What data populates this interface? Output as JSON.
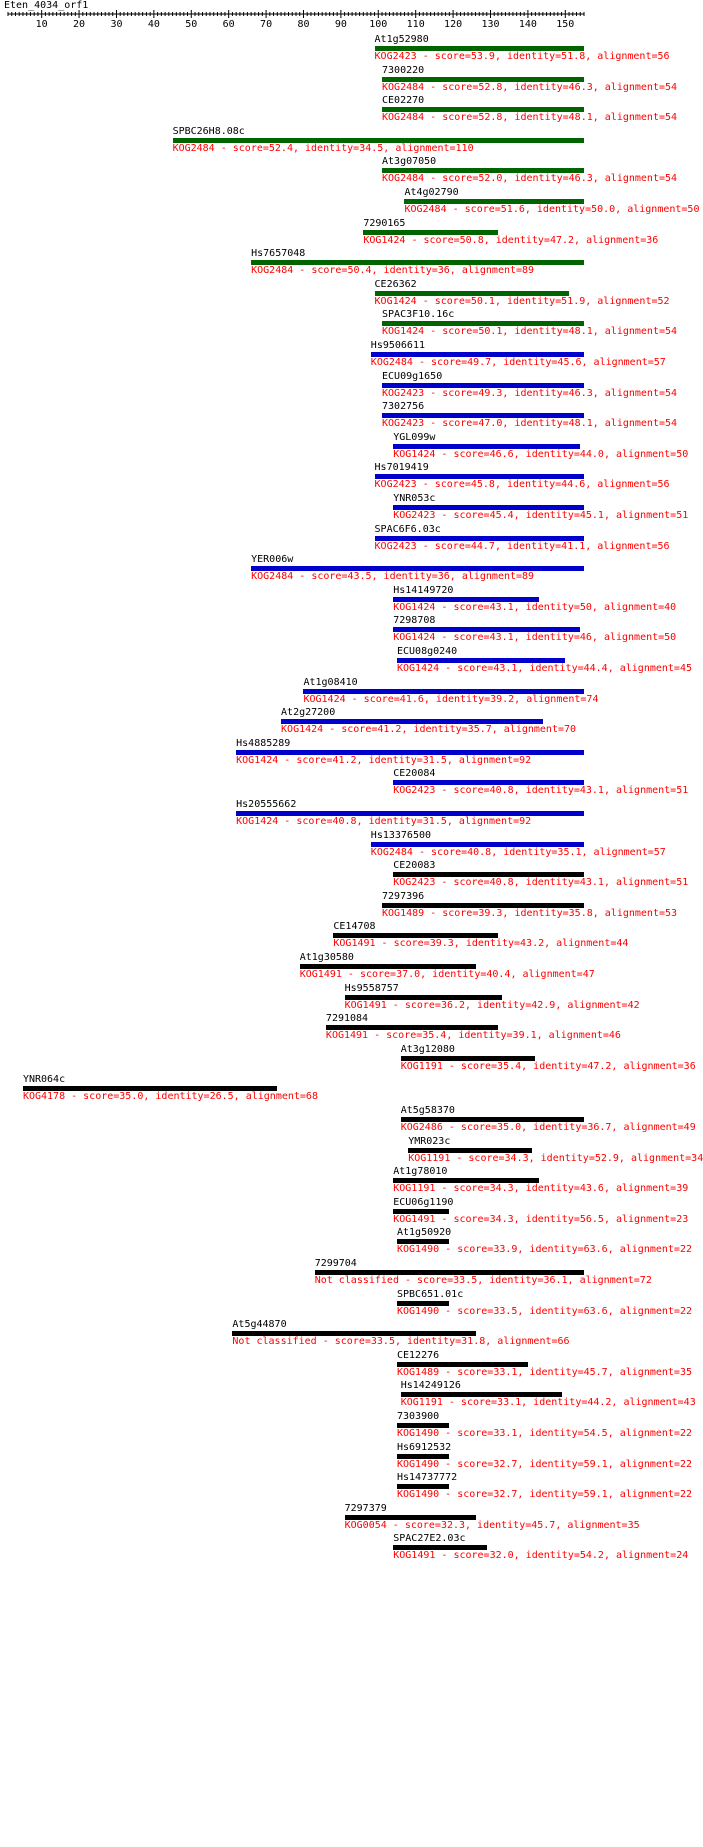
{
  "sequence_title": "Eten_4034_orf1",
  "axis": {
    "min": 1,
    "max": 155,
    "major_ticks": [
      10,
      20,
      30,
      40,
      50,
      60,
      70,
      80,
      90,
      100,
      110,
      120,
      130,
      140,
      150
    ]
  },
  "colors": {
    "green": "#006400",
    "blue": "#0000cc",
    "black": "#000000",
    "desc": "#ff0000"
  },
  "hits": [
    {
      "name": "At1g52980",
      "start": 99,
      "end": 155,
      "color": "green",
      "desc": "KOG2423 - score=53.9, identity=51.8, alignment=56"
    },
    {
      "name": "7300220",
      "start": 101,
      "end": 155,
      "color": "green",
      "desc": "KOG2484 - score=52.8, identity=46.3, alignment=54"
    },
    {
      "name": "CE02270",
      "start": 101,
      "end": 155,
      "color": "green",
      "desc": "KOG2484 - score=52.8, identity=48.1, alignment=54"
    },
    {
      "name": "SPBC26H8.08c",
      "start": 45,
      "end": 155,
      "color": "green",
      "desc": "KOG2484 - score=52.4, identity=34.5, alignment=110"
    },
    {
      "name": "At3g07050",
      "start": 101,
      "end": 155,
      "color": "green",
      "desc": "KOG2484 - score=52.0, identity=46.3, alignment=54"
    },
    {
      "name": "At4g02790",
      "start": 107,
      "end": 156,
      "color": "green",
      "desc": "KOG2484 - score=51.6, identity=50.0, alignment=50"
    },
    {
      "name": "7290165",
      "start": 96,
      "end": 132,
      "color": "green",
      "desc": "KOG1424 - score=50.8, identity=47.2, alignment=36"
    },
    {
      "name": "Hs7657048",
      "start": 66,
      "end": 155,
      "color": "green",
      "desc": "KOG2484 - score=50.4, identity=36, alignment=89"
    },
    {
      "name": "CE26362",
      "start": 99,
      "end": 151,
      "color": "green",
      "desc": "KOG1424 - score=50.1, identity=51.9, alignment=52"
    },
    {
      "name": "SPAC3F10.16c",
      "start": 101,
      "end": 155,
      "color": "green",
      "desc": "KOG1424 - score=50.1, identity=48.1, alignment=54"
    },
    {
      "name": "Hs9506611",
      "start": 98,
      "end": 155,
      "color": "blue",
      "desc": "KOG2484 - score=49.7, identity=45.6, alignment=57"
    },
    {
      "name": "ECU09g1650",
      "start": 101,
      "end": 155,
      "color": "blue",
      "desc": "KOG2423 - score=49.3, identity=46.3, alignment=54"
    },
    {
      "name": "7302756",
      "start": 101,
      "end": 155,
      "color": "blue",
      "desc": "KOG2423 - score=47.0, identity=48.1, alignment=54"
    },
    {
      "name": "YGL099w",
      "start": 104,
      "end": 154,
      "color": "blue",
      "desc": "KOG1424 - score=46.6, identity=44.0, alignment=50"
    },
    {
      "name": "Hs7019419",
      "start": 99,
      "end": 155,
      "color": "blue",
      "desc": "KOG2423 - score=45.8, identity=44.6, alignment=56"
    },
    {
      "name": "YNR053c",
      "start": 104,
      "end": 155,
      "color": "blue",
      "desc": "KOG2423 - score=45.4, identity=45.1, alignment=51"
    },
    {
      "name": "SPAC6F6.03c",
      "start": 99,
      "end": 155,
      "color": "blue",
      "desc": "KOG2423 - score=44.7, identity=41.1, alignment=56"
    },
    {
      "name": "YER006w",
      "start": 66,
      "end": 155,
      "color": "blue",
      "desc": "KOG2484 - score=43.5, identity=36, alignment=89"
    },
    {
      "name": "Hs14149720",
      "start": 104,
      "end": 143,
      "color": "blue",
      "desc": "KOG1424 - score=43.1, identity=50, alignment=40"
    },
    {
      "name": "7298708",
      "start": 104,
      "end": 154,
      "color": "blue",
      "desc": "KOG1424 - score=43.1, identity=46, alignment=50"
    },
    {
      "name": "ECU08g0240",
      "start": 105,
      "end": 150,
      "color": "blue",
      "desc": "KOG1424 - score=43.1, identity=44.4, alignment=45"
    },
    {
      "name": "At1g08410",
      "start": 80,
      "end": 155,
      "color": "blue",
      "desc": "KOG1424 - score=41.6, identity=39.2, alignment=74"
    },
    {
      "name": "At2g27200",
      "start": 74,
      "end": 144,
      "color": "blue",
      "desc": "KOG1424 - score=41.2, identity=35.7, alignment=70"
    },
    {
      "name": "Hs4885289",
      "start": 62,
      "end": 155,
      "color": "blue",
      "desc": "KOG1424 - score=41.2, identity=31.5, alignment=92"
    },
    {
      "name": "CE20084",
      "start": 104,
      "end": 155,
      "color": "blue",
      "desc": "KOG2423 - score=40.8, identity=43.1, alignment=51"
    },
    {
      "name": "Hs20555662",
      "start": 62,
      "end": 155,
      "color": "blue",
      "desc": "KOG1424 - score=40.8, identity=31.5, alignment=92"
    },
    {
      "name": "Hs13376500",
      "start": 98,
      "end": 155,
      "color": "blue",
      "desc": "KOG2484 - score=40.8, identity=35.1, alignment=57"
    },
    {
      "name": "CE20083",
      "start": 104,
      "end": 155,
      "color": "black",
      "desc": "KOG2423 - score=40.8, identity=43.1, alignment=51"
    },
    {
      "name": "7297396",
      "start": 101,
      "end": 155,
      "color": "black",
      "desc": "KOG1489 - score=39.3, identity=35.8, alignment=53"
    },
    {
      "name": "CE14708",
      "start": 88,
      "end": 132,
      "color": "black",
      "desc": "KOG1491 - score=39.3, identity=43.2, alignment=44"
    },
    {
      "name": "At1g30580",
      "start": 79,
      "end": 126,
      "color": "black",
      "desc": "KOG1491 - score=37.0, identity=40.4, alignment=47"
    },
    {
      "name": "Hs9558757",
      "start": 91,
      "end": 133,
      "color": "black",
      "desc": "KOG1491 - score=36.2, identity=42.9, alignment=42"
    },
    {
      "name": "7291084",
      "start": 86,
      "end": 132,
      "color": "black",
      "desc": "KOG1491 - score=35.4, identity=39.1, alignment=46"
    },
    {
      "name": "At3g12080",
      "start": 106,
      "end": 142,
      "color": "black",
      "desc": "KOG1191 - score=35.4, identity=47.2, alignment=36"
    },
    {
      "name": "YNR064c",
      "start": 5,
      "end": 73,
      "color": "black",
      "desc": "KOG4178 - score=35.0, identity=26.5, alignment=68"
    },
    {
      "name": "At5g58370",
      "start": 106,
      "end": 155,
      "color": "black",
      "desc": "KOG2486 - score=35.0, identity=36.7, alignment=49"
    },
    {
      "name": "YMR023c",
      "start": 108,
      "end": 141,
      "color": "black",
      "desc": "KOG1191 - score=34.3, identity=52.9, alignment=34"
    },
    {
      "name": "At1g78010",
      "start": 104,
      "end": 143,
      "color": "black",
      "desc": "KOG1191 - score=34.3, identity=43.6, alignment=39"
    },
    {
      "name": "ECU06g1190",
      "start": 104,
      "end": 119,
      "color": "black",
      "desc": "KOG1491 - score=34.3, identity=56.5, alignment=23"
    },
    {
      "name": "At1g50920",
      "start": 105,
      "end": 119,
      "color": "black",
      "desc": "KOG1490 - score=33.9, identity=63.6, alignment=22"
    },
    {
      "name": "7299704",
      "start": 83,
      "end": 155,
      "color": "black",
      "desc": "Not classified - score=33.5, identity=36.1, alignment=72"
    },
    {
      "name": "SPBC651.01c",
      "start": 105,
      "end": 119,
      "color": "black",
      "desc": "KOG1490 - score=33.5, identity=63.6, alignment=22"
    },
    {
      "name": "At5g44870",
      "start": 61,
      "end": 126,
      "color": "black",
      "desc": "Not classified - score=33.5, identity=31.8, alignment=66"
    },
    {
      "name": "CE12276",
      "start": 105,
      "end": 140,
      "color": "black",
      "desc": "KOG1489 - score=33.1, identity=45.7, alignment=35"
    },
    {
      "name": "Hs14249126",
      "start": 106,
      "end": 149,
      "color": "black",
      "desc": "KOG1191 - score=33.1, identity=44.2, alignment=43"
    },
    {
      "name": "7303900",
      "start": 105,
      "end": 119,
      "color": "black",
      "desc": "KOG1490 - score=33.1, identity=54.5, alignment=22"
    },
    {
      "name": "Hs6912532",
      "start": 105,
      "end": 119,
      "color": "black",
      "desc": "KOG1490 - score=32.7, identity=59.1, alignment=22"
    },
    {
      "name": "Hs14737772",
      "start": 105,
      "end": 119,
      "color": "black",
      "desc": "KOG1490 - score=32.7, identity=59.1, alignment=22"
    },
    {
      "name": "7297379",
      "start": 91,
      "end": 126,
      "color": "black",
      "desc": "KOG0054 - score=32.3, identity=45.7, alignment=35"
    },
    {
      "name": "SPAC27E2.03c",
      "start": 104,
      "end": 129,
      "color": "black",
      "desc": "KOG1491 - score=32.0, identity=54.2, alignment=24"
    }
  ]
}
